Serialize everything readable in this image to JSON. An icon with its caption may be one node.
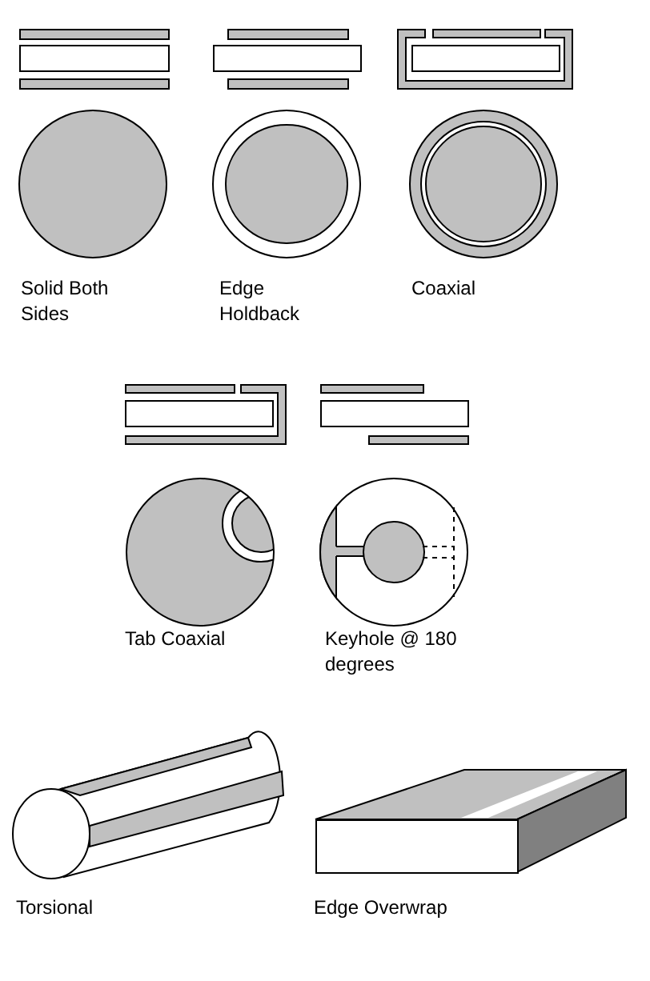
{
  "diagram": {
    "labels": [
      "Solid Both Sides",
      "Edge Holdback",
      "Coaxial",
      "Tab Coaxial",
      "Keyhole @ 180 degrees",
      "Torsional",
      "Edge Overwrap"
    ]
  }
}
